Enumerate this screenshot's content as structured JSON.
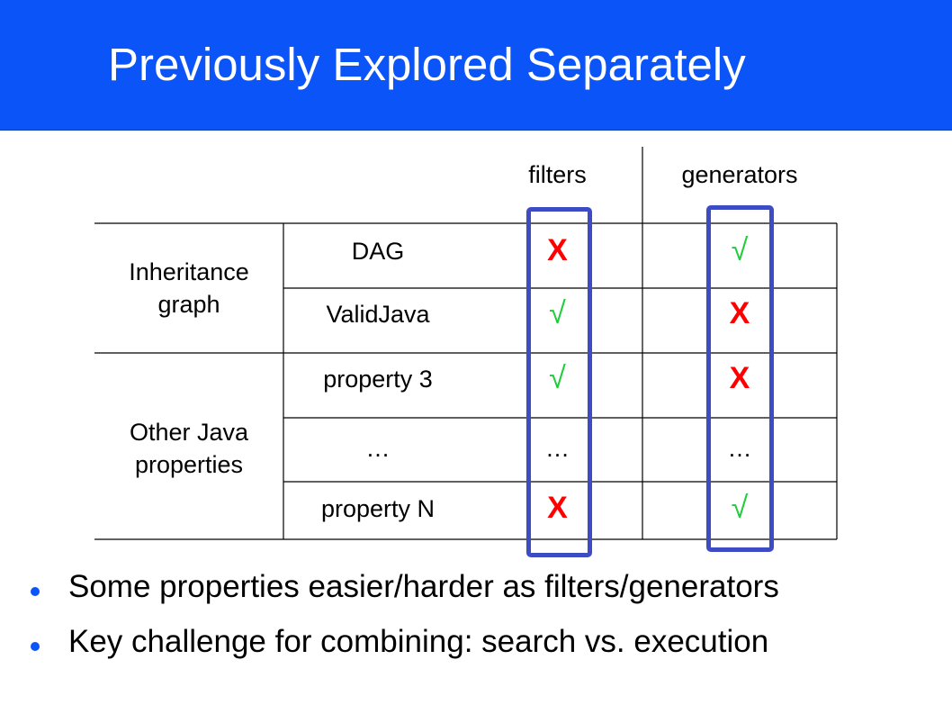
{
  "title": "Previously Explored Separately",
  "colors": {
    "title_bar": "#0b54f7",
    "x_mark": "#ff0000",
    "check_mark": "#1fcc3a",
    "highlight_box": "#3e4cc4",
    "bullet": "#0b54f7"
  },
  "table": {
    "columns": [
      "filters",
      "generators"
    ],
    "groups": [
      "Inheritance graph",
      "Other Java properties"
    ],
    "rows": [
      {
        "property": "DAG",
        "filters": "X",
        "generators": "√"
      },
      {
        "property": "ValidJava",
        "filters": "√",
        "generators": "X"
      },
      {
        "property": "property 3",
        "filters": "√",
        "generators": "X"
      },
      {
        "property": "…",
        "filters": "…",
        "generators": "…"
      },
      {
        "property": "property N",
        "filters": "X",
        "generators": "√"
      }
    ]
  },
  "bullets": [
    "Some properties easier/harder as filters/generators",
    "Key challenge for combining: search vs. execution"
  ]
}
